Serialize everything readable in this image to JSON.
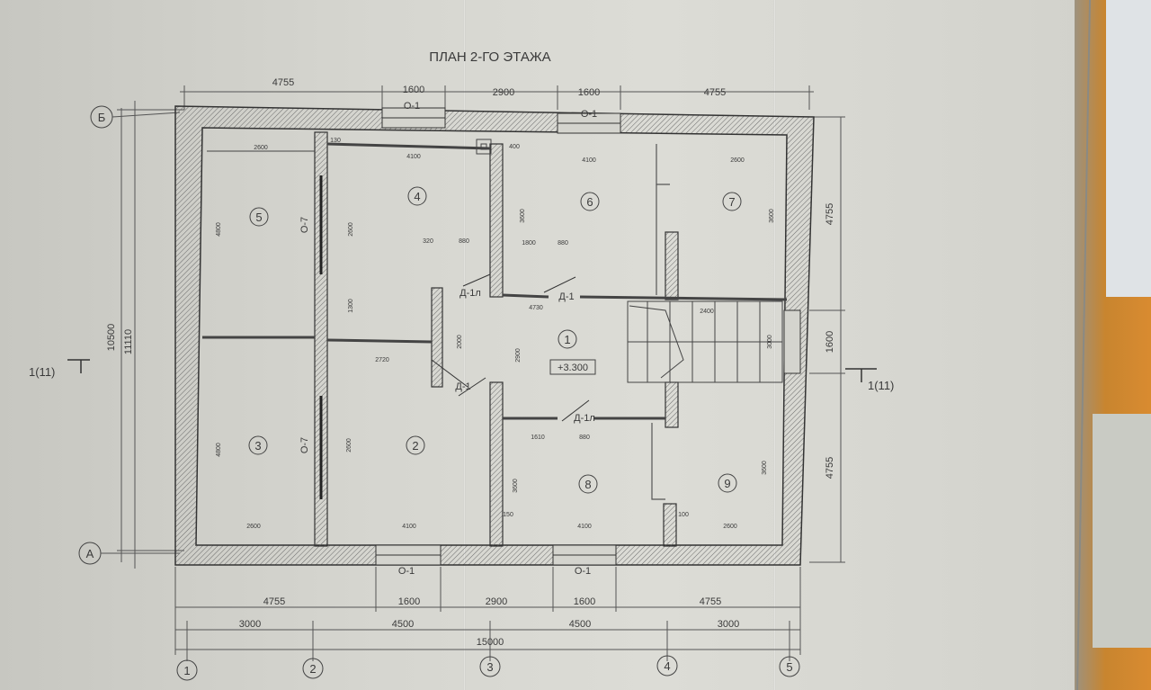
{
  "drawing": {
    "title": "ПЛАН 2-ГО ЭТАЖА",
    "axes_letters": [
      "Б",
      "А"
    ],
    "axes_numbers": [
      "1",
      "2",
      "3",
      "4",
      "5"
    ],
    "top_dims": [
      "4755",
      "1600",
      "2900",
      "1600",
      "4755"
    ],
    "bottom_dims_outer": [
      "4755",
      "1600",
      "2900",
      "1600",
      "4755"
    ],
    "bottom_dims_axes": [
      "3000",
      "4500",
      "4500",
      "3000"
    ],
    "bottom_total": "15000",
    "left_dims": [
      "10500",
      "11110"
    ],
    "right_dims": [
      "4755",
      "1600",
      "4755"
    ],
    "window_top": [
      "О-1",
      "О-1"
    ],
    "window_bottom": [
      "О-1",
      "О-1"
    ],
    "window_side": [
      "О-7",
      "О-7"
    ],
    "section_marks": [
      "1(11)",
      "1(11)"
    ],
    "elevation": "+3.300",
    "rooms": [
      "1",
      "2",
      "3",
      "4",
      "5",
      "6",
      "7",
      "8",
      "9"
    ],
    "doors": [
      "Д-1л",
      "Д-1",
      "Д-1",
      "Д-1л"
    ],
    "inner_dims": {
      "room5": [
        "2600",
        "4800"
      ],
      "room4": [
        "4100",
        "2600",
        "1300"
      ],
      "room6": [
        "4100",
        "3600",
        "1800",
        "880"
      ],
      "room7": [
        "2600",
        "3600"
      ],
      "room3": [
        "2600",
        "4800"
      ],
      "room2": [
        "4100",
        "2600",
        "2720"
      ],
      "room8": [
        "4100",
        "3600",
        "1610",
        "880"
      ],
      "room9": [
        "2600",
        "3600"
      ],
      "hall": [
        "2900",
        "4730",
        "3000",
        "2000",
        "2400"
      ],
      "small": [
        "320",
        "880",
        "130",
        "400",
        "150",
        "100"
      ]
    }
  }
}
